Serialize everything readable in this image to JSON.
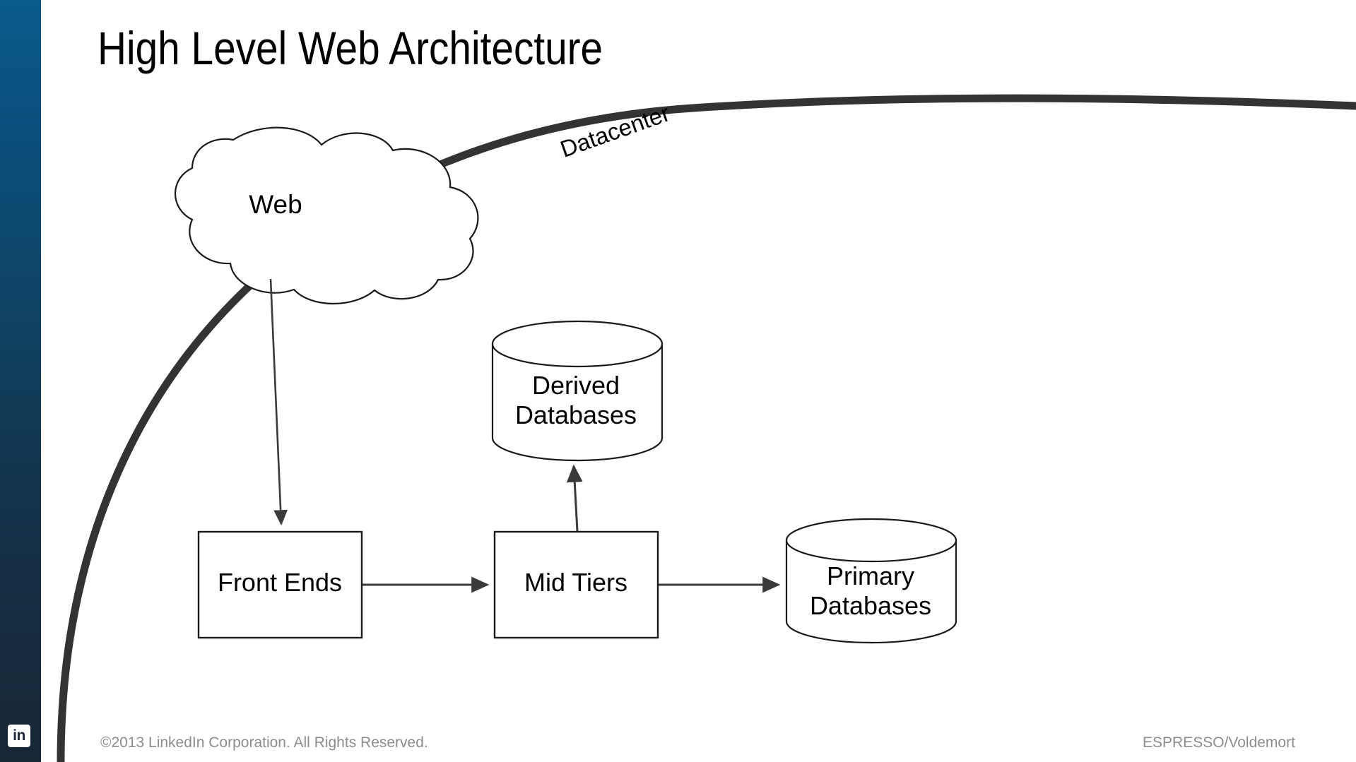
{
  "slide": {
    "title": "High Level Web Architecture",
    "background_color": "#ffffff"
  },
  "brand": {
    "rail_gradient_top": "#0a5a8c",
    "rail_gradient_bottom": "#182636",
    "logo_text": "in",
    "logo_name": "linkedin-logo"
  },
  "footer": {
    "copyright": "©2013 LinkedIn Corporation. All Rights Reserved.",
    "right_label": "ESPRESSO/Voldemort",
    "color": "#8d8d8d"
  },
  "diagram": {
    "boundary_label": "Datacenter",
    "boundary_color": "#333333",
    "stroke_color": "#1a1a1a",
    "fill_color": "#ffffff",
    "nodes": [
      {
        "id": "web",
        "label": "Web",
        "shape": "cloud"
      },
      {
        "id": "frontends",
        "label": "Front Ends",
        "shape": "rectangle"
      },
      {
        "id": "midtiers",
        "label": "Mid Tiers",
        "shape": "rectangle"
      },
      {
        "id": "derived",
        "label": "Derived\nDatabases",
        "shape": "cylinder"
      },
      {
        "id": "primary",
        "label": "Primary\nDatabases",
        "shape": "cylinder"
      }
    ],
    "edges": [
      {
        "from": "web",
        "to": "frontends",
        "direction": "down"
      },
      {
        "from": "frontends",
        "to": "midtiers",
        "direction": "right"
      },
      {
        "from": "midtiers",
        "to": "derived",
        "direction": "up"
      },
      {
        "from": "midtiers",
        "to": "primary",
        "direction": "right"
      }
    ]
  }
}
